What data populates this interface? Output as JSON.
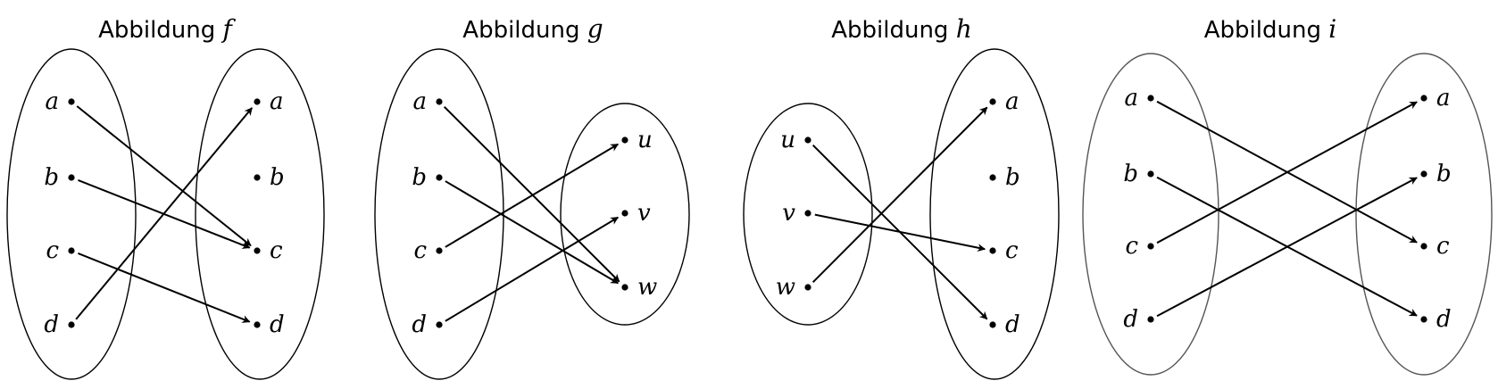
{
  "diagrams": [
    {
      "id": "f",
      "title_text": "Abbildung",
      "title_var": "f",
      "domain": [
        "a",
        "b",
        "c",
        "d"
      ],
      "codomain": [
        "a",
        "b",
        "c",
        "d"
      ],
      "mapping": [
        [
          "a",
          "c"
        ],
        [
          "b",
          "c"
        ],
        [
          "c",
          "d"
        ],
        [
          "d",
          "a"
        ]
      ]
    },
    {
      "id": "g",
      "title_text": "Abbildung",
      "title_var": "g",
      "domain": [
        "a",
        "b",
        "c",
        "d"
      ],
      "codomain": [
        "u",
        "v",
        "w"
      ],
      "mapping": [
        [
          "a",
          "w"
        ],
        [
          "b",
          "w"
        ],
        [
          "c",
          "u"
        ],
        [
          "d",
          "v"
        ]
      ]
    },
    {
      "id": "h",
      "title_text": "Abbildung",
      "title_var": "h",
      "domain": [
        "u",
        "v",
        "w"
      ],
      "codomain": [
        "a",
        "b",
        "c",
        "d"
      ],
      "mapping": [
        [
          "u",
          "d"
        ],
        [
          "v",
          "c"
        ],
        [
          "w",
          "a"
        ]
      ]
    },
    {
      "id": "i",
      "title_text": "Abbildung",
      "title_var": "i",
      "domain": [
        "a",
        "b",
        "c",
        "d"
      ],
      "codomain": [
        "a",
        "b",
        "c",
        "d"
      ],
      "mapping": [
        [
          "a",
          "c"
        ],
        [
          "b",
          "d"
        ],
        [
          "c",
          "a"
        ],
        [
          "d",
          "b"
        ]
      ]
    }
  ]
}
